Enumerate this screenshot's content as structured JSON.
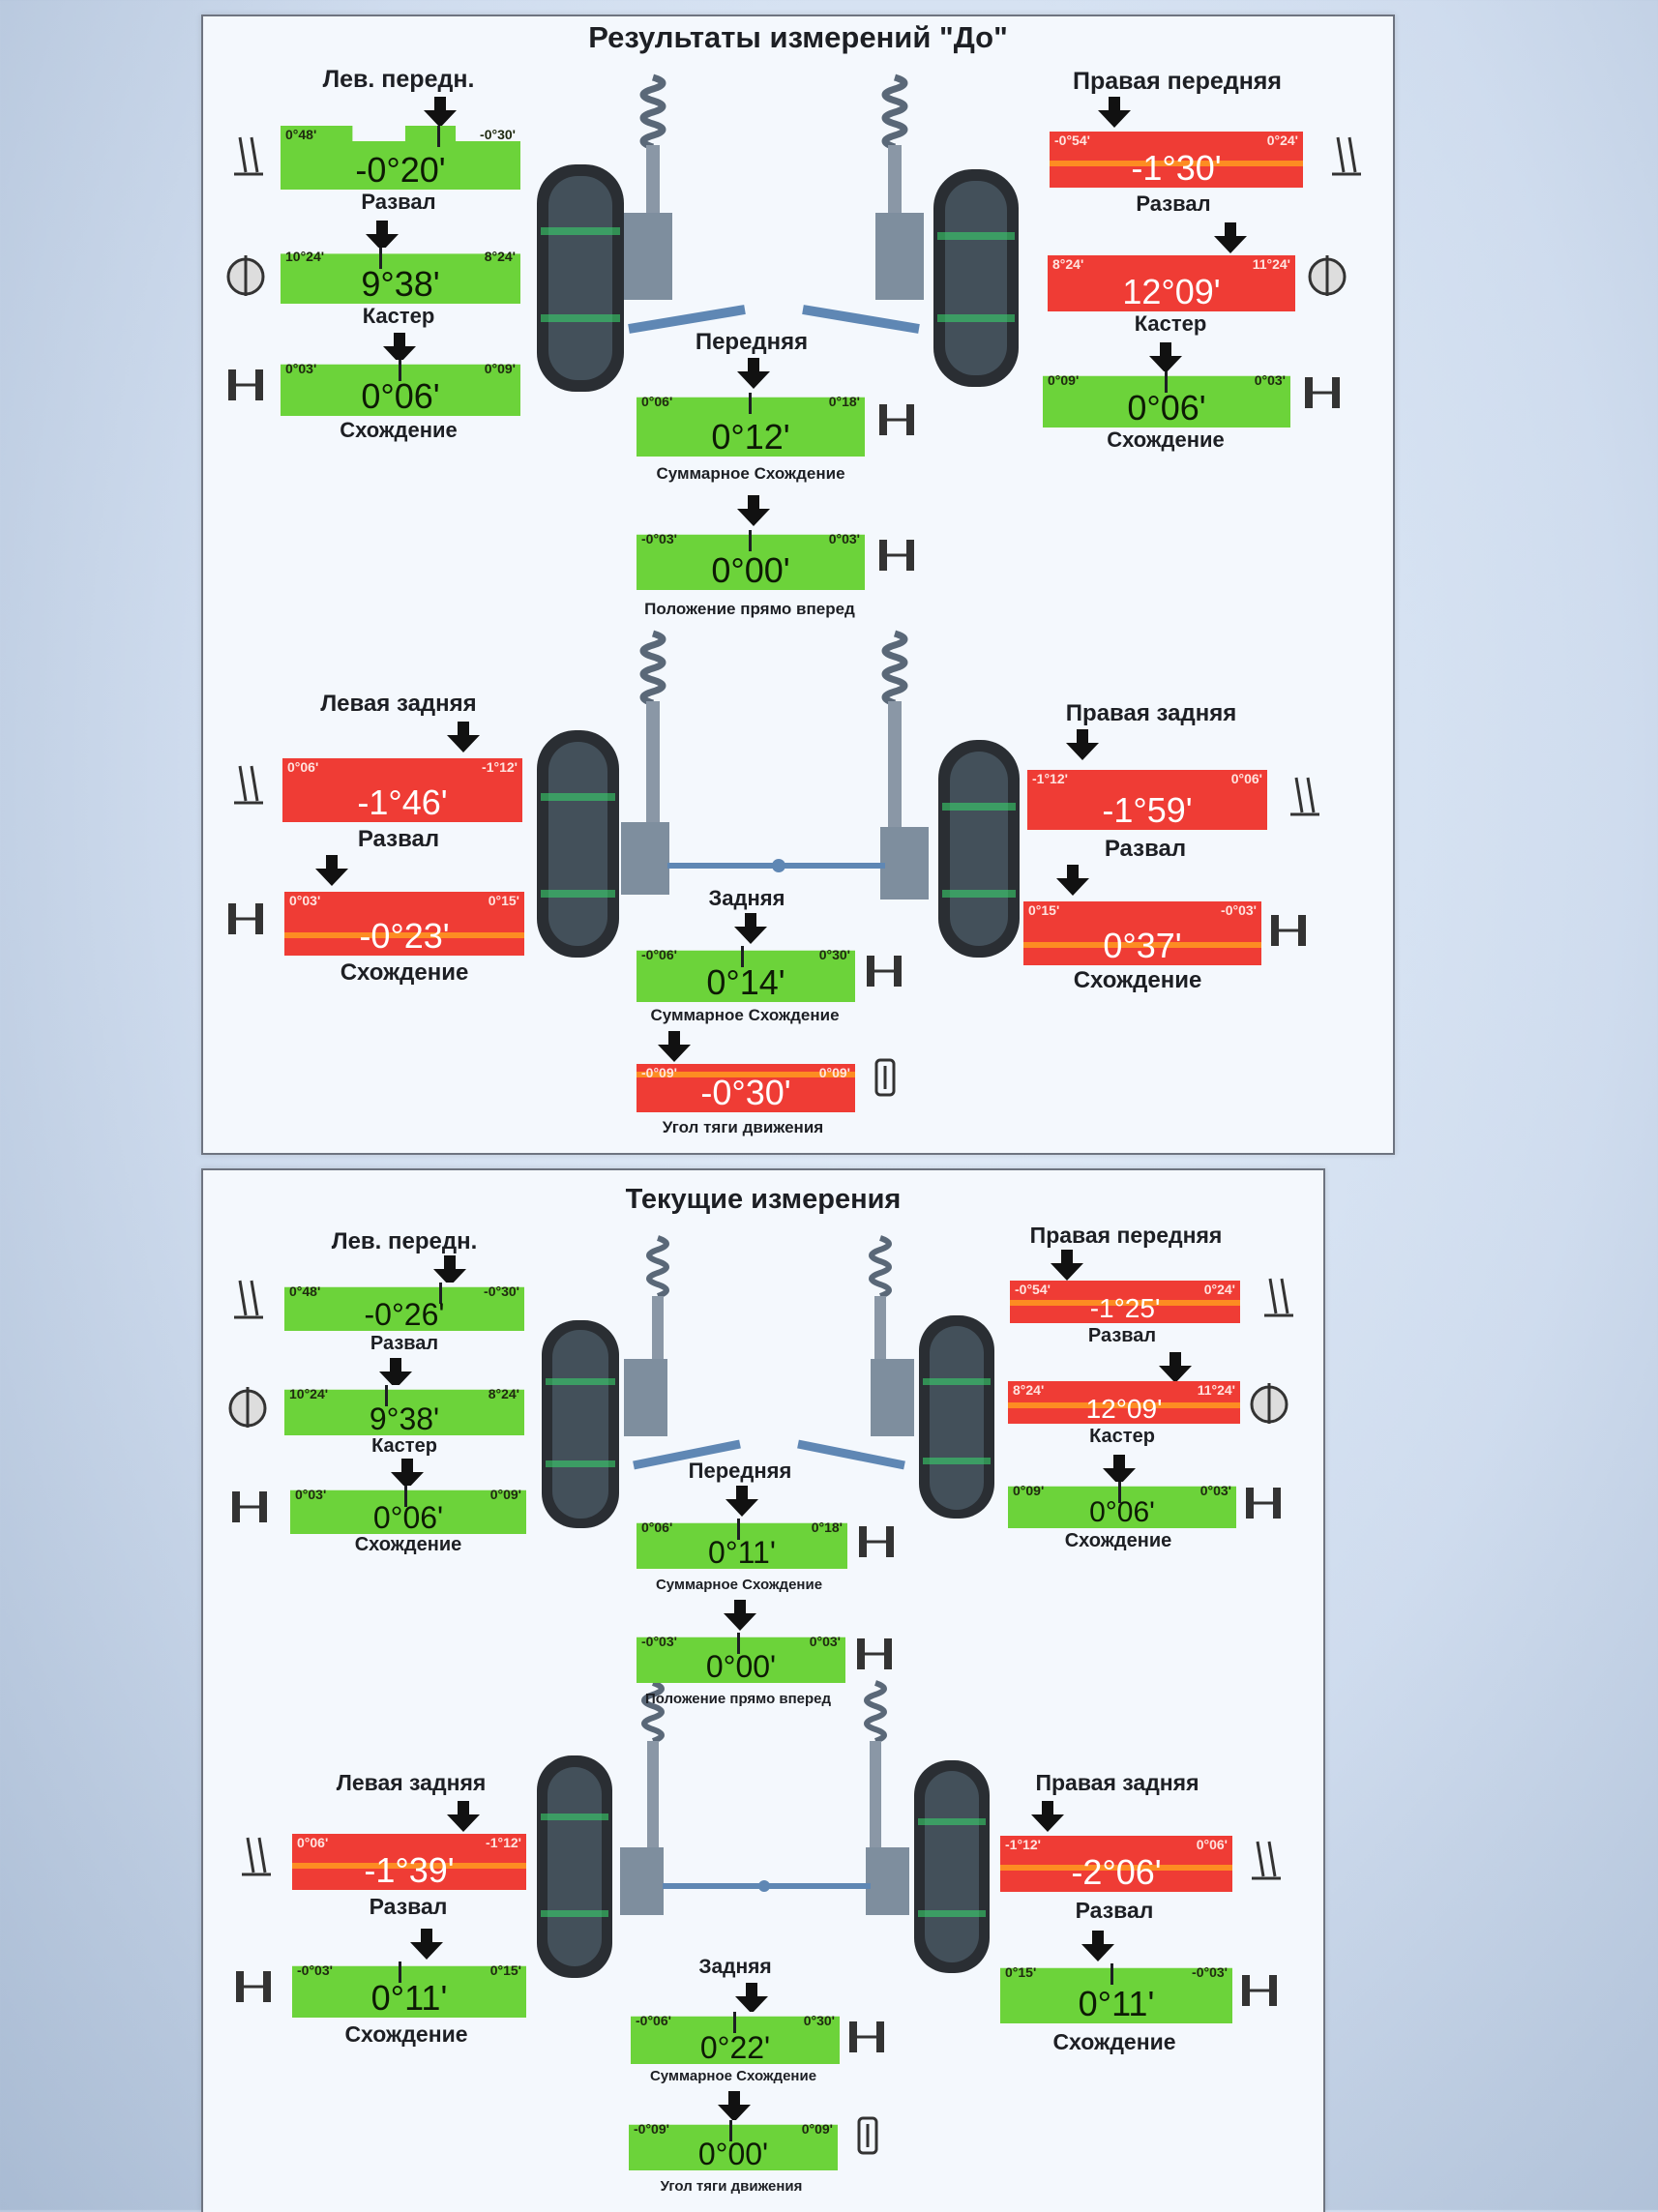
{
  "colors": {
    "ok": "#6cd33a",
    "bad": "#ef3c35",
    "frame": "#6e7480"
  },
  "before": {
    "title": "Результаты измерений \"До\"",
    "front_left": {
      "header": "Лев. передн.",
      "camber": {
        "min": "0°48'",
        "max": "-0°30'",
        "value": "-0°20'",
        "label": "Развал"
      },
      "caster": {
        "min": "10°24'",
        "max": "8°24'",
        "value": "9°38'",
        "label": "Кастер"
      },
      "toe": {
        "min": "0°03'",
        "max": "0°09'",
        "value": "0°06'",
        "label": "Схождение"
      }
    },
    "front_right": {
      "header": "Правая передняя",
      "camber": {
        "min": "-0°54'",
        "max": "0°24'",
        "value": "-1°30'",
        "label": "Развал"
      },
      "caster": {
        "min": "8°24'",
        "max": "11°24'",
        "value": "12°09'",
        "label": "Кастер"
      },
      "toe": {
        "min": "0°09'",
        "max": "0°03'",
        "value": "0°06'",
        "label": "Схождение"
      }
    },
    "front_center": {
      "header": "Передняя",
      "total_toe": {
        "min": "0°06'",
        "max": "0°18'",
        "value": "0°12'",
        "label": "Суммарное Схождение"
      },
      "setback": {
        "min": "-0°03'",
        "max": "0°03'",
        "value": "0°00'",
        "label": "Положение прямо вперед"
      }
    },
    "rear_left": {
      "header": "Левая задняя",
      "camber": {
        "min": "0°06'",
        "max": "-1°12'",
        "value": "-1°46'",
        "label": "Развал"
      },
      "toe": {
        "min": "0°03'",
        "max": "0°15'",
        "value": "-0°23'",
        "label": "Схождение"
      }
    },
    "rear_right": {
      "header": "Правая задняя",
      "camber": {
        "min": "-1°12'",
        "max": "0°06'",
        "value": "-1°59'",
        "label": "Развал"
      },
      "toe": {
        "min": "0°15'",
        "max": "-0°03'",
        "value": "0°37'",
        "label": "Схождение"
      }
    },
    "rear_center": {
      "header": "Задняя",
      "total_toe": {
        "min": "-0°06'",
        "max": "0°30'",
        "value": "0°14'",
        "label": "Суммарное Схождение"
      },
      "thrust_angle": {
        "min": "-0°09'",
        "max": "0°09'",
        "value": "-0°30'",
        "label": "Угол тяги движения"
      }
    }
  },
  "current": {
    "title": "Текущие измерения",
    "front_left": {
      "header": "Лев. передн.",
      "camber": {
        "min": "0°48'",
        "max": "-0°30'",
        "value": "-0°26'",
        "label": "Развал"
      },
      "caster": {
        "min": "10°24'",
        "max": "8°24'",
        "value": "9°38'",
        "label": "Кастер"
      },
      "toe": {
        "min": "0°03'",
        "max": "0°09'",
        "value": "0°06'",
        "label": "Схождение"
      }
    },
    "front_right": {
      "header": "Правая передняя",
      "camber": {
        "min": "-0°54'",
        "max": "0°24'",
        "value": "-1°25'",
        "label": "Развал"
      },
      "caster": {
        "min": "8°24'",
        "max": "11°24'",
        "value": "12°09'",
        "label": "Кастер"
      },
      "toe": {
        "min": "0°09'",
        "max": "0°03'",
        "value": "0°06'",
        "label": "Схождение"
      }
    },
    "front_center": {
      "header": "Передняя",
      "total_toe": {
        "min": "0°06'",
        "max": "0°18'",
        "value": "0°11'",
        "label": "Суммарное Схождение"
      },
      "setback": {
        "min": "-0°03'",
        "max": "0°03'",
        "value": "0°00'",
        "label": "Положение прямо вперед"
      }
    },
    "rear_left": {
      "header": "Левая задняя",
      "camber": {
        "min": "0°06'",
        "max": "-1°12'",
        "value": "-1°39'",
        "label": "Развал"
      },
      "toe": {
        "min": "-0°03'",
        "max": "0°15'",
        "value": "0°11'",
        "label": "Схождение"
      }
    },
    "rear_right": {
      "header": "Правая задняя",
      "camber": {
        "min": "-1°12'",
        "max": "0°06'",
        "value": "-2°06'",
        "label": "Развал"
      },
      "toe": {
        "min": "0°15'",
        "max": "-0°03'",
        "value": "0°11'",
        "label": "Схождение"
      }
    },
    "rear_center": {
      "header": "Задняя",
      "total_toe": {
        "min": "-0°06'",
        "max": "0°30'",
        "value": "0°22'",
        "label": "Суммарное Схождение"
      },
      "thrust_angle": {
        "min": "-0°09'",
        "max": "0°09'",
        "value": "0°00'",
        "label": "Угол тяги движения"
      }
    }
  }
}
